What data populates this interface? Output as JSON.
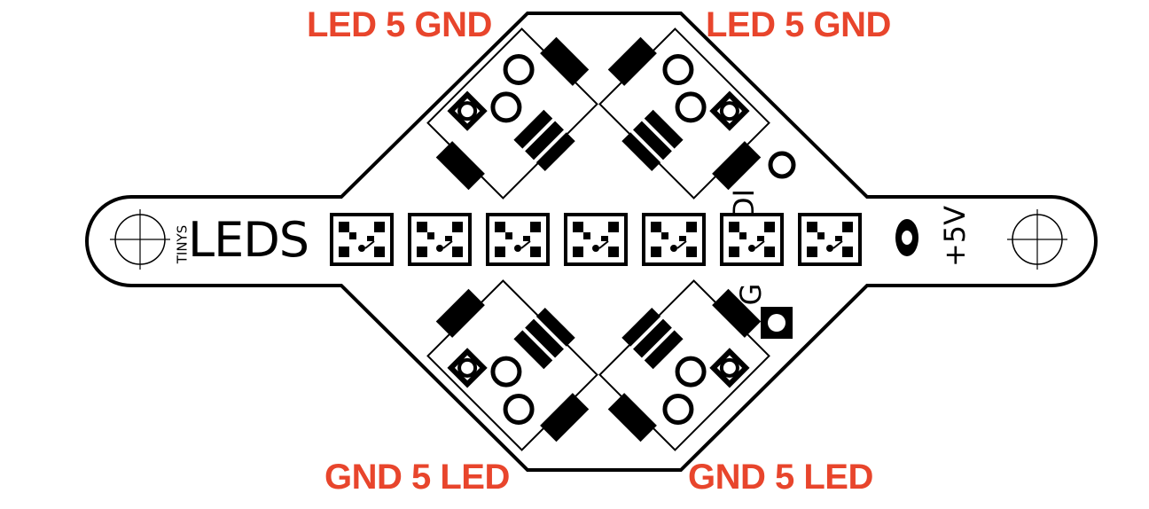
{
  "labels": {
    "top_left": "LED 5 GND",
    "top_right": "LED 5 GND",
    "bottom_left": "GND 5 LED",
    "bottom_right": "GND 5 LED"
  },
  "silkscreen": {
    "brand_small": "TINYS",
    "brand_large": "LEDS",
    "pin_di": "DI",
    "pin_g": "G",
    "pin_5v": "+5V"
  },
  "led_array": {
    "count": 7
  },
  "colors": {
    "label_red": "#e8452c",
    "outline": "#000000",
    "board": "#ffffff"
  }
}
